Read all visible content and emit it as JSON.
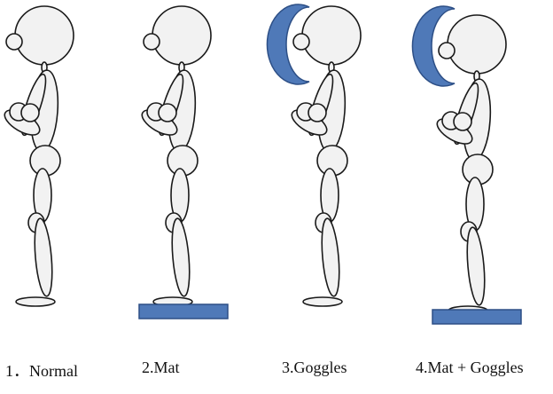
{
  "conditions": [
    {
      "label": "1．Normal",
      "mat": false,
      "goggles": false
    },
    {
      "label": "2.Mat",
      "mat": true,
      "goggles": false
    },
    {
      "label": "3.Goggles",
      "mat": false,
      "goggles": true
    },
    {
      "label": "4.Mat + Goggles",
      "mat": true,
      "goggles": true
    }
  ],
  "colors": {
    "equipment": "#4f79b8",
    "figure_fill": "#f2f2f2",
    "outline": "#1a1a1a"
  }
}
